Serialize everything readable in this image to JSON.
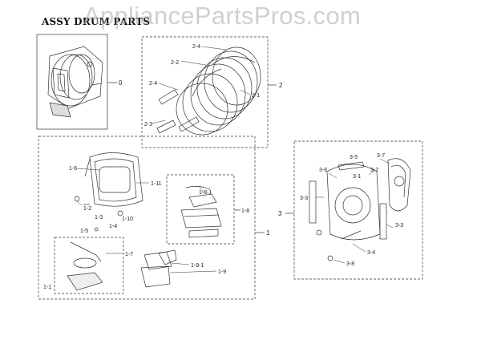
{
  "diagram": {
    "title": "ASSY DRUM PARTS",
    "watermark": "AppliancePartsPros.com",
    "groups": {
      "g0": "0",
      "g1": "1",
      "g2": "2",
      "g3": "3"
    },
    "labels": {
      "l2_4": "2-4",
      "l2_2": "2-2",
      "l2_4b": "2-4",
      "l2_1": "2-1",
      "l2_3": "2-3",
      "l1_6": "1-6",
      "l1_11": "1-11",
      "l1_2": "1-2",
      "l1_3": "1-3",
      "l1_10": "1-10",
      "l1_4": "1-4",
      "l1_5": "1-5",
      "l1_8_1": "1-8-1",
      "l1_8": "1-8",
      "l1_7": "1-7",
      "l1_9_1": "1-9-1",
      "l1_9": "1-9",
      "l1_1": "1-1",
      "l3_5": "3-5",
      "l3_6": "3-6",
      "l3_2": "3-2",
      "l3_7": "3-7",
      "l3_1": "3-1",
      "l3_3a": "3-3",
      "l3_3b": "3-3",
      "l3_4": "3-4",
      "l3_8": "3-8"
    }
  }
}
